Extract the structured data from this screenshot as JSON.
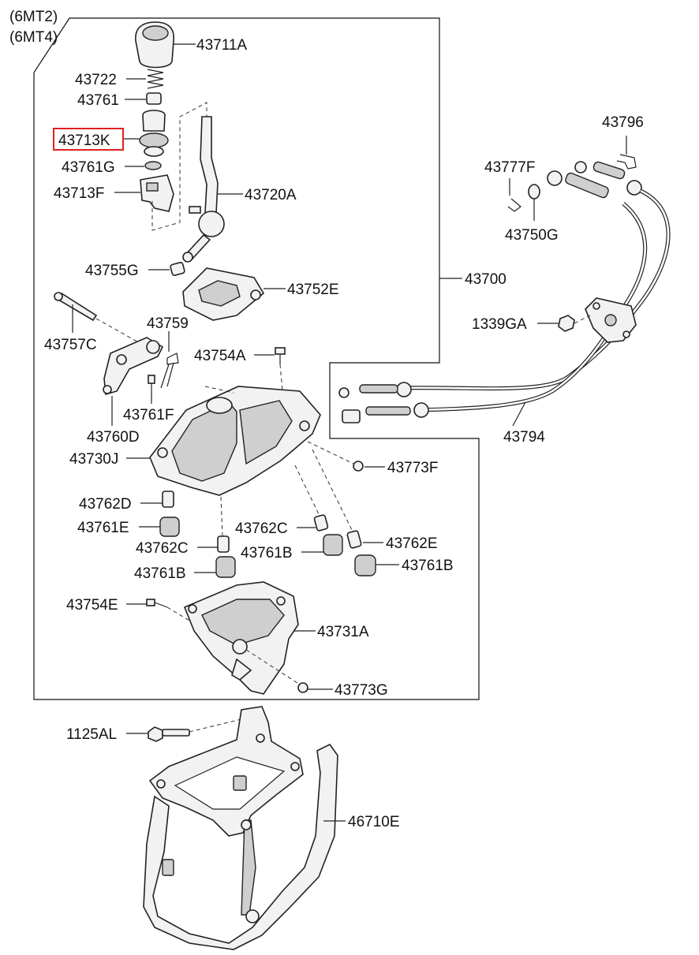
{
  "variants": [
    "(6MT2)",
    "(6MT4)"
  ],
  "highlight_color": "#e02020",
  "labels": {
    "l43711A": "43711A",
    "l43722": "43722",
    "l43761": "43761",
    "l43713K": "43713K",
    "l43761G": "43761G",
    "l43713F": "43713F",
    "l43720A": "43720A",
    "l43755G": "43755G",
    "l43752E": "43752E",
    "l43700": "43700",
    "l43757C": "43757C",
    "l43759": "43759",
    "l43754A": "43754A",
    "l43761F": "43761F",
    "l43760D": "43760D",
    "l43730J": "43730J",
    "l43773F": "43773F",
    "l43762D": "43762D",
    "l43761E": "43761E",
    "l43762C_a": "43762C",
    "l43762C_b": "43762C",
    "l43761B_a": "43761B",
    "l43761B_b": "43761B",
    "l43761B_c": "43761B",
    "l43762E": "43762E",
    "l43754E": "43754E",
    "l43731A": "43731A",
    "l43773G": "43773G",
    "l1125AL": "1125AL",
    "l46710E": "46710E",
    "l43796": "43796",
    "l43777F": "43777F",
    "l43750G": "43750G",
    "l1339GA": "1339GA",
    "l43794": "43794"
  }
}
